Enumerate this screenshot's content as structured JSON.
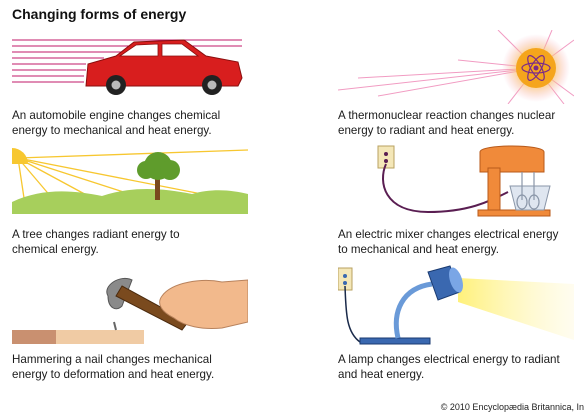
{
  "title": "Changing forms of energy",
  "panels": [
    {
      "id": "car",
      "caption": [
        "An automobile engine changes chemical",
        "energy to mechanical and heat energy."
      ]
    },
    {
      "id": "sun",
      "caption": [
        "A thermonuclear reaction changes nuclear",
        "energy to radiant and heat energy."
      ]
    },
    {
      "id": "tree",
      "caption": [
        "A tree changes radiant energy to",
        "chemical energy."
      ]
    },
    {
      "id": "mixer",
      "caption": [
        "An electric mixer changes electrical energy",
        "to mechanical and heat energy."
      ]
    },
    {
      "id": "hammer",
      "caption": [
        "Hammering a nail changes mechanical",
        "energy to deformation and heat energy."
      ]
    },
    {
      "id": "lamp",
      "caption": [
        "A lamp changes electrical energy to radiant",
        "and heat energy."
      ]
    }
  ],
  "credit": "© 2010 Encyclopædia Britannica, In",
  "colors": {
    "car_red": "#d81e1e",
    "speed_lines": "#c21a6a",
    "sun_core": "#f5a51c",
    "atom_orbit": "#7a2a8a",
    "hill_green": "#a7cf5c",
    "tree_green": "#5f9c2c",
    "mixer_orange": "#f08a3a",
    "cord_purple": "#5a1e52",
    "lamp_blue": "#3a68b0",
    "light_yellow": "#fff17a",
    "hand_skin": "#f2b98c",
    "wood_tan": "#e8c4a0"
  },
  "icons": [
    "car-icon",
    "sun-atom-icon",
    "tree-icon",
    "mixer-icon",
    "hammer-hand-icon",
    "lamp-icon"
  ]
}
